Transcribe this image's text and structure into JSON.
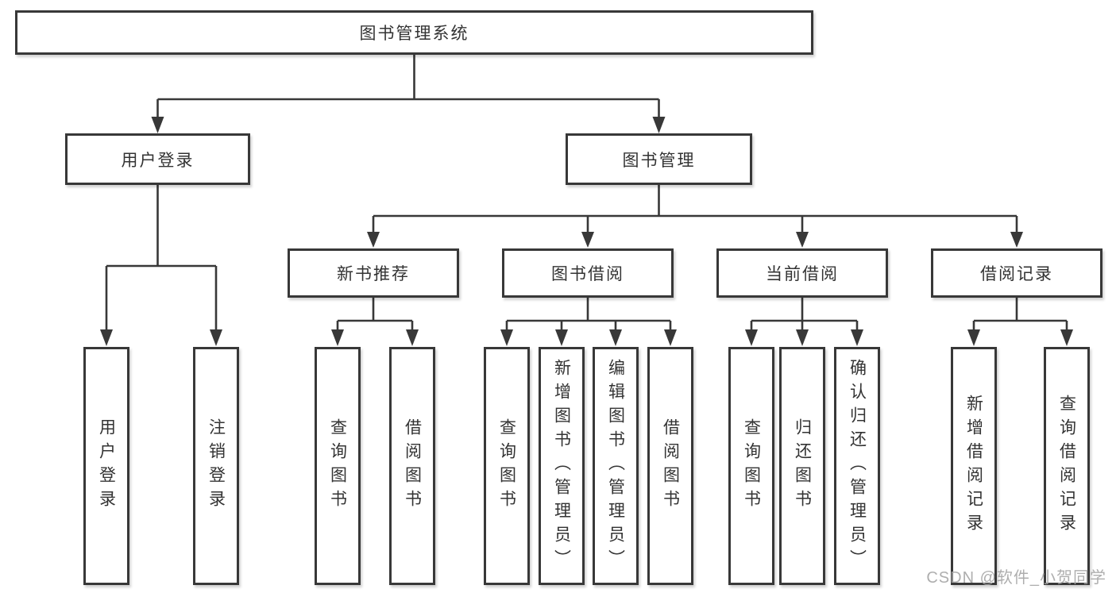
{
  "diagram": {
    "root": {
      "label": "图书管理系统"
    },
    "branches": [
      {
        "label": "用户登录",
        "children": [
          {
            "label": "用户登录"
          },
          {
            "label": "注销登录"
          }
        ]
      },
      {
        "label": "图书管理",
        "modules": [
          {
            "label": "新书推荐",
            "children": [
              {
                "label": "查询图书"
              },
              {
                "label": "借阅图书"
              }
            ]
          },
          {
            "label": "图书借阅",
            "children": [
              {
                "label": "查询图书"
              },
              {
                "label": "新增图书（管理员）"
              },
              {
                "label": "编辑图书（管理员）"
              },
              {
                "label": "借阅图书"
              }
            ]
          },
          {
            "label": "当前借阅",
            "children": [
              {
                "label": "查询图书"
              },
              {
                "label": "归还图书"
              },
              {
                "label": "确认归还（管理员）"
              }
            ]
          },
          {
            "label": "借阅记录",
            "children": [
              {
                "label": "新增借阅记录"
              },
              {
                "label": "查询借阅记录"
              }
            ]
          }
        ]
      }
    ]
  },
  "watermark": {
    "text": "CSDN @软件_小贺同学"
  },
  "colors": {
    "line": "#383838",
    "box_border": "#383838",
    "text": "#333333",
    "watermark": "#a6a6a6",
    "background": "#ffffff"
  }
}
